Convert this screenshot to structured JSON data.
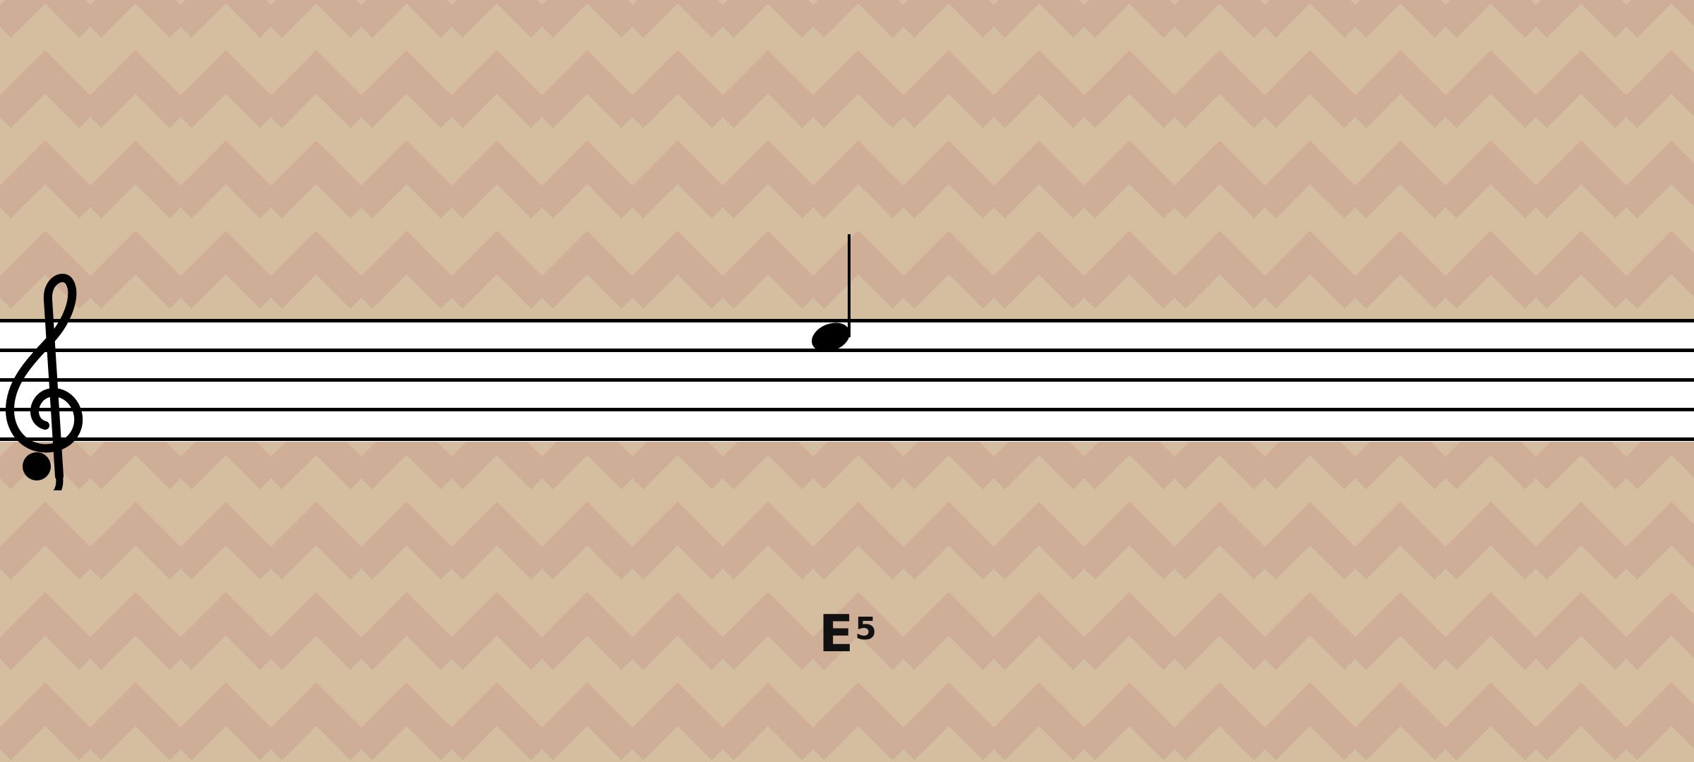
{
  "background": {
    "base_color": "#d5bd9f",
    "chevron_color": "#cfae98",
    "pattern": "chevron-zigzag"
  },
  "staff": {
    "line_count": 5,
    "line_color": "#000000",
    "fill_color": "#ffffff",
    "clef": "treble-clef"
  },
  "note": {
    "duration": "quarter",
    "stem": "up",
    "color": "#000000"
  },
  "note_label": {
    "letter": "E",
    "octave": "5"
  }
}
